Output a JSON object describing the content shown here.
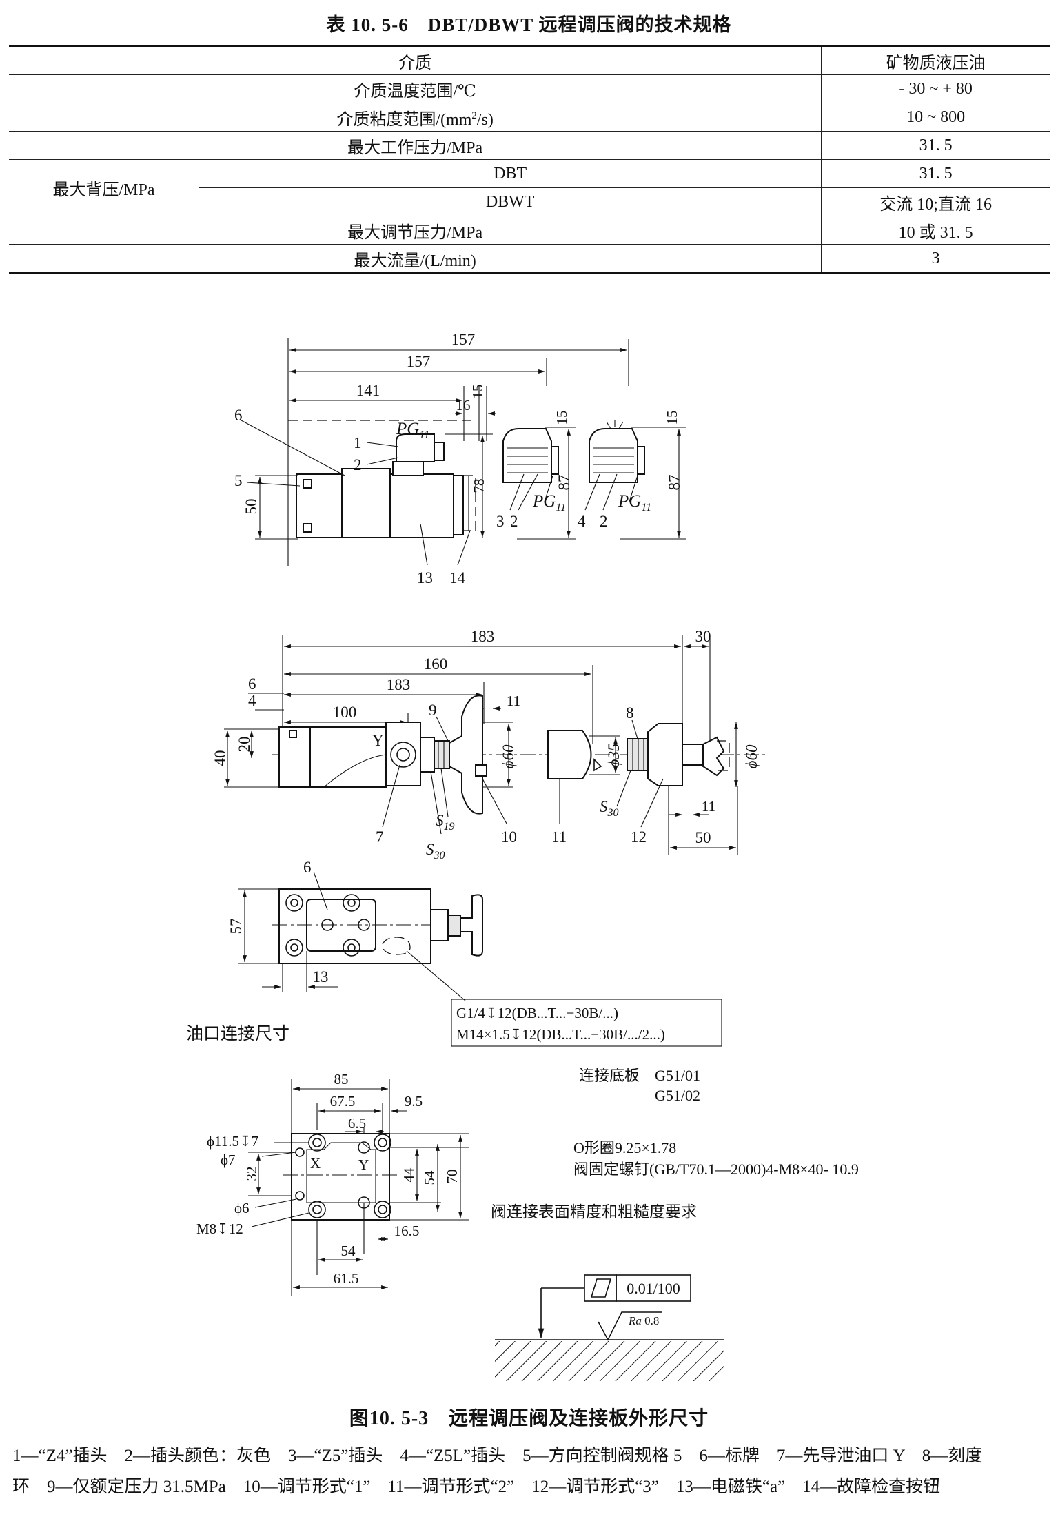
{
  "table": {
    "title": "表 10. 5-6　DBT/DBWT 远程调压阀的技术规格",
    "rows": {
      "medium": {
        "label": "介质",
        "value": "矿物质液压油"
      },
      "temp": {
        "label": "介质温度范围/℃",
        "value": "- 30 ~ + 80"
      },
      "viscosity": {
        "label_pre": "介质粘度范围/(mm",
        "label_sup": "2",
        "label_post": "/s)",
        "value": "10 ~ 800"
      },
      "max_work": {
        "label": "最大工作压力/MPa",
        "value": "31. 5"
      },
      "back": {
        "label": "最大背压/MPa",
        "dbt": {
          "label": "DBT",
          "value": "31. 5"
        },
        "dbwt": {
          "label": "DBWT",
          "value": "交流 10;直流 16"
        }
      },
      "max_adjust": {
        "label": "最大调节压力/MPa",
        "value": "10 或 31. 5"
      },
      "max_flow": {
        "label": "最大流量/(L/min)",
        "value": "3"
      }
    }
  },
  "drawing": {
    "view1": {
      "dims": [
        "157",
        "157",
        "141",
        "16",
        "15",
        "15",
        "15",
        "78",
        "87",
        "87",
        "50"
      ],
      "pg": "PG",
      "pg_sub": "11",
      "callouts": [
        "6",
        "1",
        "2",
        "5",
        "13",
        "14",
        "3",
        "2",
        "4",
        "2"
      ]
    },
    "view2": {
      "dims": [
        "183",
        "30",
        "160",
        "183",
        "100",
        "11",
        "6",
        "4",
        "20",
        "40",
        "11",
        "50"
      ],
      "dia": [
        "ϕ60",
        "ϕ35",
        "ϕ60"
      ],
      "port_y": "Y",
      "wrench": [
        {
          "s": "S",
          "sub": "19"
        },
        {
          "s": "S",
          "sub": "30"
        },
        {
          "s": "S",
          "sub": "30"
        }
      ],
      "callouts": [
        "9",
        "8",
        "7",
        "10",
        "11",
        "12"
      ]
    },
    "view3": {
      "dims": [
        "57",
        "13"
      ],
      "callouts": [
        "6"
      ],
      "port_note": [
        "G1/4↧12(DB...T...−30B/...)",
        "M14×1.5↧12(DB...T...−30B/.../2...)"
      ]
    },
    "oil_port_title": "油口连接尺寸",
    "plate": {
      "dims": [
        "85",
        "67.5",
        "9.5",
        "6.5",
        "32",
        "44",
        "54",
        "70",
        "16.5",
        "54",
        "61.5"
      ],
      "holes": [
        "ϕ11.5↧7",
        "ϕ7",
        "ϕ6",
        "M8↧12"
      ],
      "ports": [
        "X",
        "Y"
      ]
    },
    "notes": {
      "base_label": "连接底板",
      "base_models": [
        "G51/01",
        "G51/02"
      ],
      "oring": "O形圈9.25×1.78",
      "screw": "阀固定螺钉(GB/T70.1—2000)4-M8×40- 10.9",
      "surface": "阀连接表面精度和粗糙度要求"
    },
    "tolerance": {
      "value": "0.01/100",
      "ra": "Ra",
      "ra_value": "0.8"
    }
  },
  "figure": {
    "title": "图10. 5-3　远程调压阀及连接板外形尺寸",
    "legend": [
      "1—“Z4”插头　2—插头颜色：灰色　3—“Z5”插头　4—“Z5L”插头　5—方向控制阀规格 5　6—标牌　7—先导泄油口 Y　8—刻度",
      "环　9—仅额定压力 31.5MPa　10—调节形式“1”　11—调节形式“2”　12—调节形式“3”　13—电磁铁“a”　14—故障检查按钮"
    ]
  }
}
